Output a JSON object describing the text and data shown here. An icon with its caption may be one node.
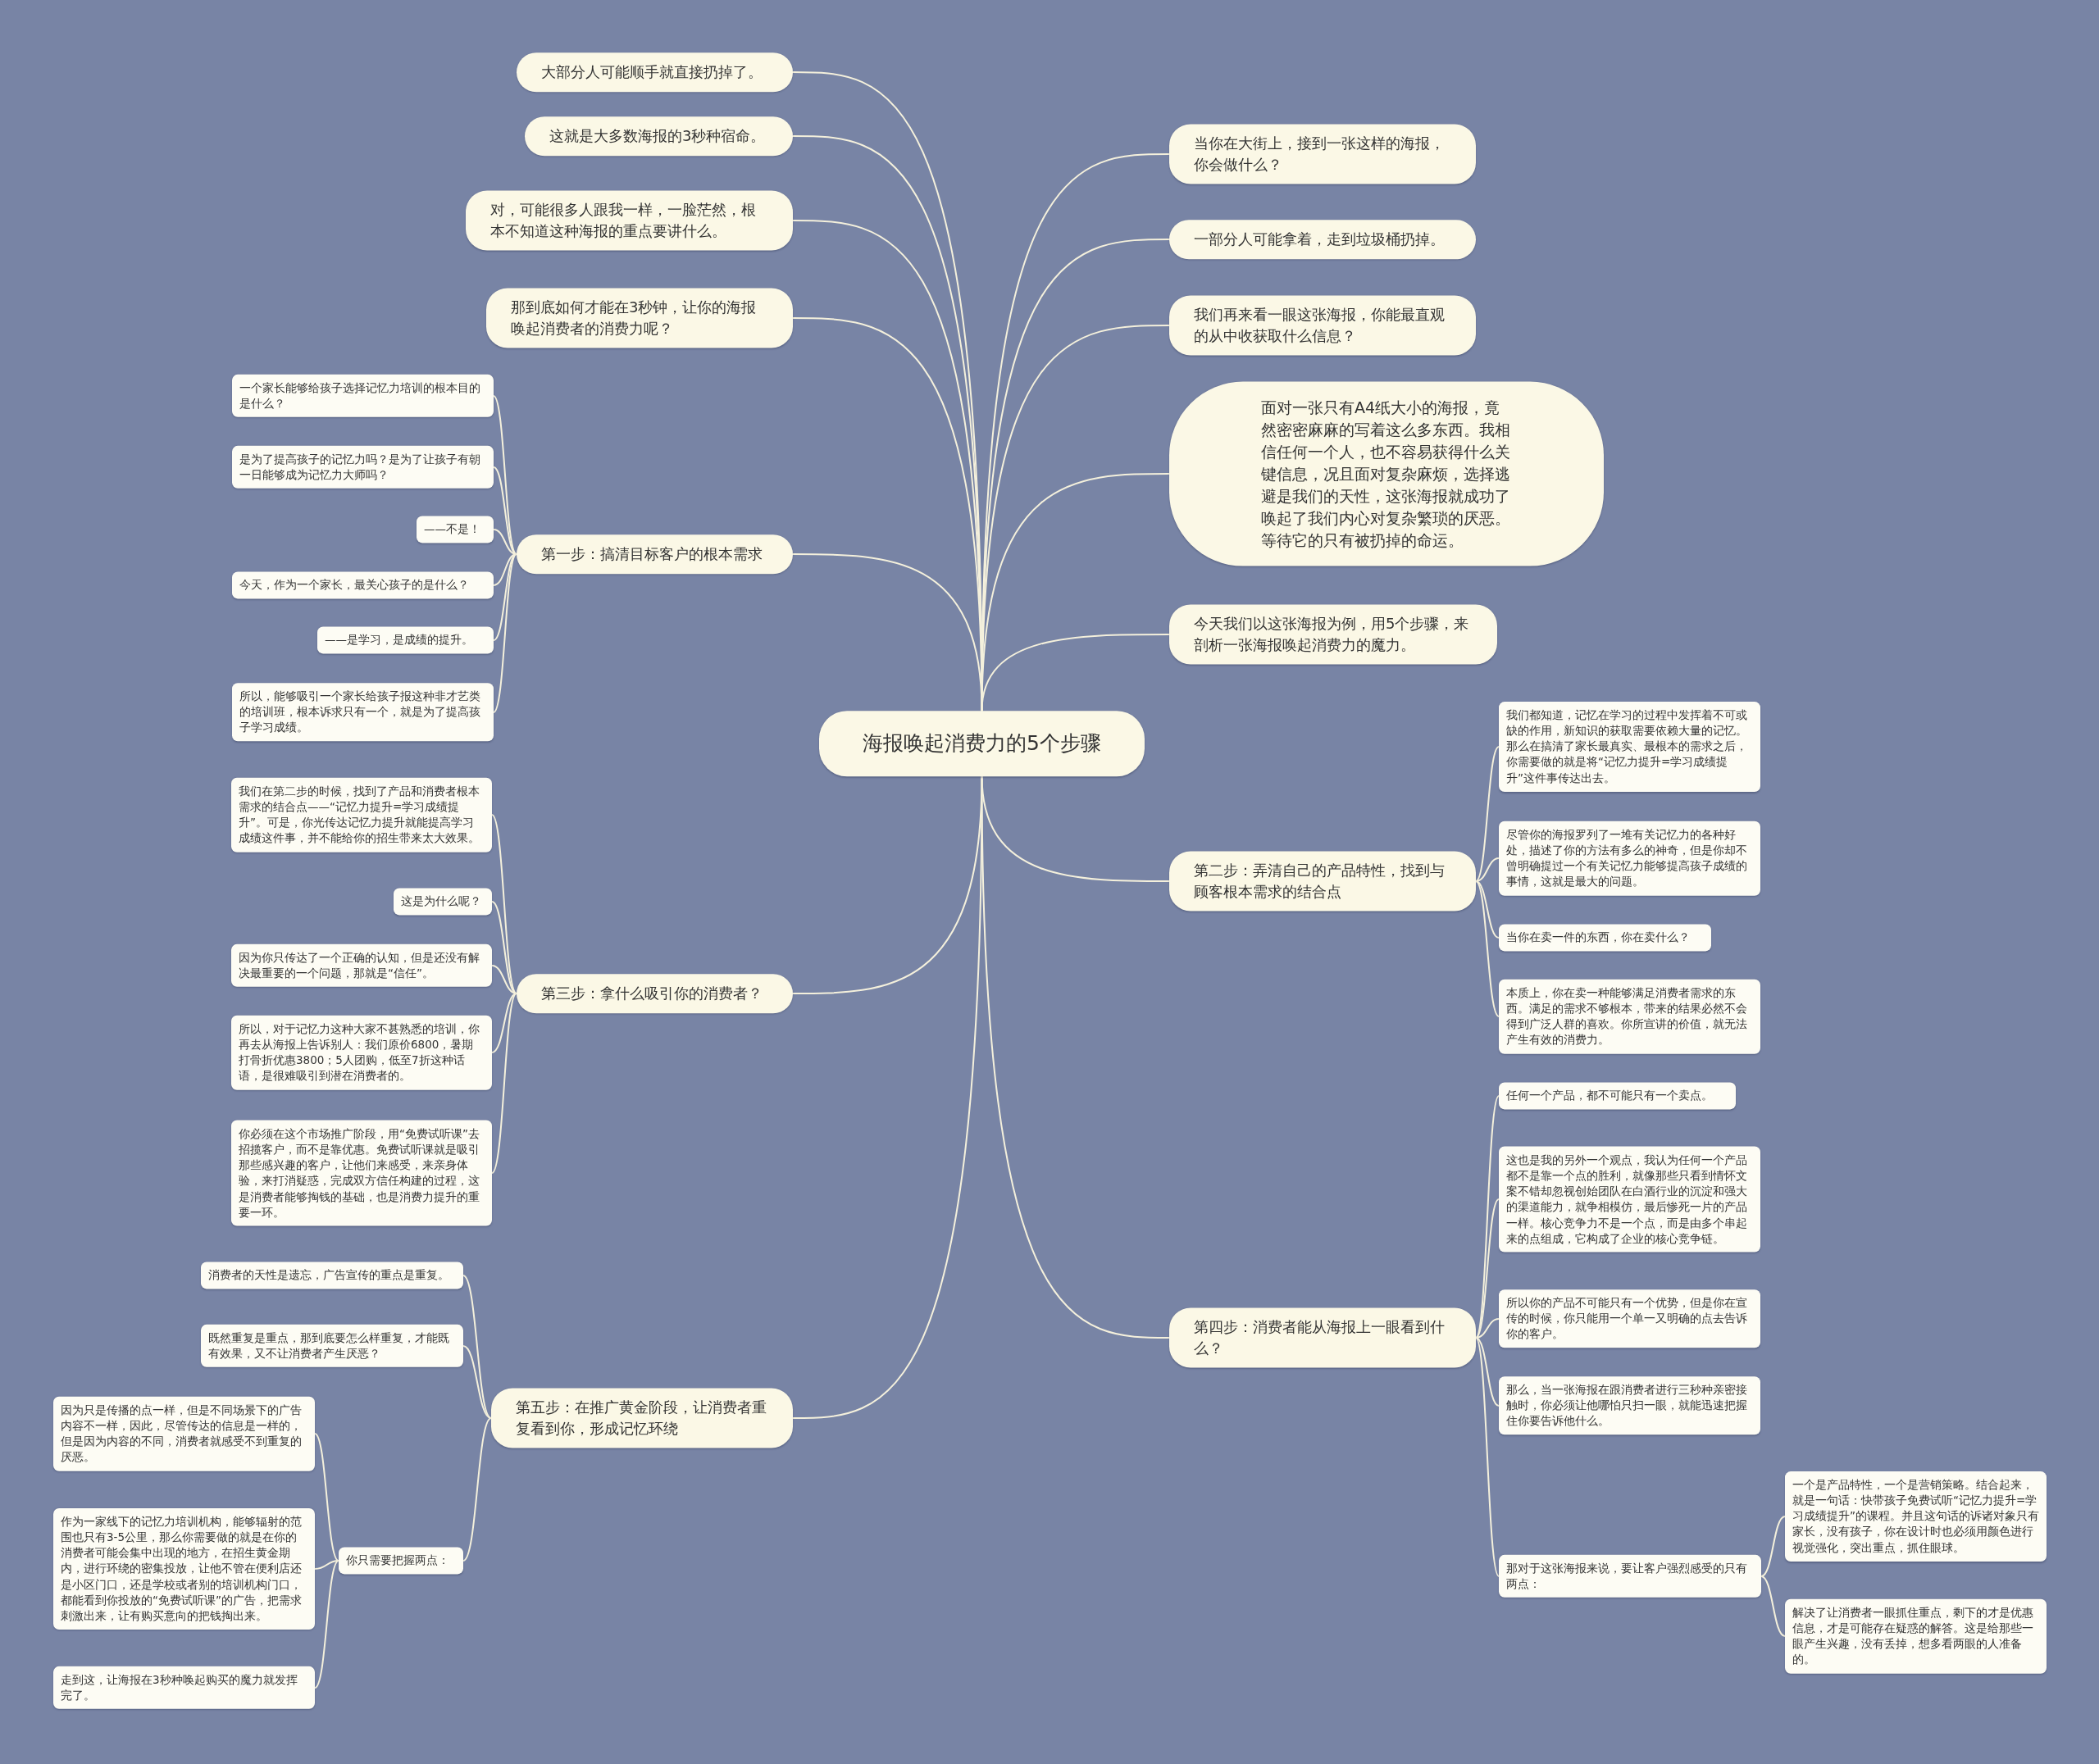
{
  "diagram": {
    "nodes": [
      {
        "text": [
          "海报唤起消费力的5个步骤"
        ]
      },
      {
        "text": [
          "大部分人可能顺手就直接扔掉了。"
        ]
      },
      {
        "text": [
          "这就是大多数海报的3秒种宿命。"
        ]
      },
      {
        "text": [
          "对，可能很多人跟我一样，一脸茫然，根本不知道这种海报的重点要讲什么。"
        ]
      },
      {
        "text": [
          "那到底如何才能在3秒钟，让你的海报唤起消费者的消费力呢？"
        ]
      },
      {
        "text": [
          "第一步：搞清目标客户的根本需求"
        ]
      },
      {
        "text": [
          "一个家长能够给孩子选择记忆力培训的根本目的是什么？"
        ]
      },
      {
        "text": [
          "是为了提高孩子的记忆力吗？是为了让孩子有朝一日能够成为记忆力大师吗？"
        ]
      },
      {
        "text": [
          "——不是！"
        ]
      },
      {
        "text": [
          "今天，作为一个家长，最关心孩子的是什么？"
        ]
      },
      {
        "text": [
          "——是学习，是成绩的提升。"
        ]
      },
      {
        "text": [
          "所以，能够吸引一个家长给孩子报这种非才艺类的培训班，根本诉求只有一个，就是为了提高孩子学习成绩。"
        ]
      },
      {
        "text": [
          "第三步：拿什么吸引你的消费者？"
        ]
      },
      {
        "text": [
          "我们在第二步的时候，找到了产品和消费者根本需求的结合点——“记忆力提升=学习成绩提升”。可是，你光传达记忆力提升就能提高学习成绩这件事，并不能给你的招生带来太大效果。"
        ]
      },
      {
        "text": [
          "这是为什么呢？"
        ]
      },
      {
        "text": [
          "因为你只传达了一个正确的认知，但是还没有解决最重要的一个问题，那就是“信任”。"
        ]
      },
      {
        "text": [
          "所以，对于记忆力这种大家不甚熟悉的培训，你再去从海报上告诉别人：我们原价6800，暑期打骨折优惠3800；5人团购，低至7折这种话语，是很难吸引到潜在消费者的。"
        ]
      },
      {
        "text": [
          "你必须在这个市场推广阶段，用“免费试听课”去招揽客户，而不是靠优惠。免费试听课就是吸引那些感兴趣的客户，让他们来感受，来亲身体验，来打消疑惑，完成双方信任构建的过程，这是消费者能够掏钱的基础，也是消费力提升的重要一环。"
        ]
      },
      {
        "text": [
          "第五步：在推广黄金阶段，让消费者重复看到你，形成记忆环绕"
        ]
      },
      {
        "text": [
          "消费者的天性是遗忘，广告宣传的重点是重复。"
        ]
      },
      {
        "text": [
          "既然重复是重点，那到底要怎么样重复，才能既有效果，又不让消费者产生厌恶？"
        ]
      },
      {
        "text": [
          "你只需要把握两点："
        ]
      },
      {
        "text": [
          "因为只是传播的点一样，但是不同场景下的广告内容不一样，因此，尽管传达的信息是一样的，但是因为内容的不同，消费者就感受不到重复的厌恶。"
        ]
      },
      {
        "text": [
          "作为一家线下的记忆力培训机构，能够辐射的范围也只有3-5公里，那么你需要做的就是在你的消费者可能会集中出现的地方，在招生黄金期内，进行环绕的密集投放，让他不管在便利店还是小区门口，还是学校或者别的培训机构门口，都能看到你投放的“免费试听课”的广告，把需求刺激出来，让有购买意向的把钱掏出来。"
        ]
      },
      {
        "text": [
          "走到这，让海报在3秒种唤起购买的魔力就发挥完了。"
        ]
      },
      {
        "text": [
          "当你在大街上，接到一张这样的海报，你会做什么？"
        ]
      },
      {
        "text": [
          "一部分人可能拿着，走到垃圾桶扔掉。"
        ]
      },
      {
        "text": [
          "我们再来看一眼这张海报，你能最直观的从中收获取什么信息？"
        ]
      },
      {
        "text": [
          "面对一张只有A4纸大小的海报，竟然密密麻麻的写着这么多东西。我相信任何一个人，也不容易获得什么关键信息，况且面对复杂麻烦，选择逃避是我们的天性，这张海报就成功了唤起了我们内心对复杂繁琐的厌恶。等待它的只有被扔掉的命运。"
        ]
      },
      {
        "text": [
          "今天我们以这张海报为例，用5个步骤，来剖析一张海报唤起消费力的魔力。"
        ]
      },
      {
        "text": [
          "第二步：弄清自己的产品特性，找到与顾客根本需求的结合点"
        ]
      },
      {
        "text": [
          "我们都知道，记忆在学习的过程中发挥着不可或缺的作用，新知识的获取需要依赖大量的记忆。那么在搞清了家长最真实、最根本的需求之后，你需要做的就是将“记忆力提升=学习成绩提升”这件事传达出去。"
        ]
      },
      {
        "text": [
          "尽管你的海报罗列了一堆有关记忆力的各种好处，描述了你的方法有多么的神奇，但是你却不曾明确提过一个有关记忆力能够提高孩子成绩的事情，这就是最大的问题。"
        ]
      },
      {
        "text": [
          "当你在卖一件的东西，你在卖什么？"
        ]
      },
      {
        "text": [
          "本质上，你在卖一种能够满足消费者需求的东西。满足的需求不够根本，带来的结果必然不会得到广泛人群的喜欢。你所宣讲的价值，就无法产生有效的消费力。"
        ]
      },
      {
        "text": [
          "第四步：消费者能从海报上一眼看到什么？"
        ]
      },
      {
        "text": [
          "任何一个产品，都不可能只有一个卖点。"
        ]
      },
      {
        "text": [
          "这也是我的另外一个观点，我认为任何一个产品都不是靠一个点的胜利，就像那些只看到情怀文案不错却忽视创始团队在白酒行业的沉淀和强大的渠道能力，就争相模仿，最后惨死一片的产品一样。核心竞争力不是一个点，而是由多个串起来的点组成，它构成了企业的核心竞争链。"
        ]
      },
      {
        "text": [
          "所以你的产品不可能只有一个优势，但是你在宣传的时候，你只能用一个单一又明确的点去告诉你的客户。"
        ]
      },
      {
        "text": [
          "那么，当一张海报在跟消费者进行三秒种亲密接触时，你必须让他哪怕只扫一眼，就能迅速把握住你要告诉他什么。"
        ]
      },
      {
        "text": [
          "那对于这张海报来说，要让客户强烈感受的只有两点："
        ]
      },
      {
        "text": [
          "一个是产品特性，一个是营销策略。结合起来，就是一句话：快带孩子免费试听“记忆力提升=学习成绩提升”的课程。并且这句话的诉诸对象只有家长，没有孩子，你在设计时也必须用颜色进行视觉强化，突出重点，抓住眼球。"
        ]
      },
      {
        "text": [
          "解决了让消费者一眼抓住重点，剩下的才是优惠信息，才是可能存在疑惑的解答。这是给那些一眼产生兴趣，没有丢掉，想多看两眼的人准备的。"
        ]
      }
    ],
    "edges": [
      {
        "from": 0,
        "to": 1,
        "arrow": "none"
      },
      {
        "from": 0,
        "to": 2,
        "arrow": "none"
      },
      {
        "from": 0,
        "to": 3,
        "arrow": "none"
      },
      {
        "from": 0,
        "to": 4,
        "arrow": "none"
      },
      {
        "from": 0,
        "to": 5,
        "arrow": "none"
      },
      {
        "from": 0,
        "to": 12,
        "arrow": "none"
      },
      {
        "from": 0,
        "to": 18,
        "arrow": "none"
      },
      {
        "from": 0,
        "to": 25,
        "arrow": "none"
      },
      {
        "from": 0,
        "to": 26,
        "arrow": "none"
      },
      {
        "from": 0,
        "to": 27,
        "arrow": "none"
      },
      {
        "from": 0,
        "to": 28,
        "arrow": "none"
      },
      {
        "from": 0,
        "to": 29,
        "arrow": "none"
      },
      {
        "from": 0,
        "to": 30,
        "arrow": "none"
      },
      {
        "from": 0,
        "to": 35,
        "arrow": "none"
      },
      {
        "from": 5,
        "to": 6,
        "arrow": "none"
      },
      {
        "from": 5,
        "to": 7,
        "arrow": "none"
      },
      {
        "from": 5,
        "to": 8,
        "arrow": "none"
      },
      {
        "from": 5,
        "to": 9,
        "arrow": "none"
      },
      {
        "from": 5,
        "to": 10,
        "arrow": "none"
      },
      {
        "from": 5,
        "to": 11,
        "arrow": "none"
      },
      {
        "from": 12,
        "to": 13,
        "arrow": "none"
      },
      {
        "from": 12,
        "to": 14,
        "arrow": "none"
      },
      {
        "from": 12,
        "to": 15,
        "arrow": "none"
      },
      {
        "from": 12,
        "to": 16,
        "arrow": "none"
      },
      {
        "from": 12,
        "to": 17,
        "arrow": "none"
      },
      {
        "from": 18,
        "to": 19,
        "arrow": "none"
      },
      {
        "from": 18,
        "to": 20,
        "arrow": "none"
      },
      {
        "from": 18,
        "to": 21,
        "arrow": "none"
      },
      {
        "from": 21,
        "to": 22,
        "arrow": "none"
      },
      {
        "from": 21,
        "to": 23,
        "arrow": "none"
      },
      {
        "from": 21,
        "to": 24,
        "arrow": "none"
      },
      {
        "from": 30,
        "to": 31,
        "arrow": "none"
      },
      {
        "from": 30,
        "to": 32,
        "arrow": "none"
      },
      {
        "from": 30,
        "to": 33,
        "arrow": "none"
      },
      {
        "from": 30,
        "to": 34,
        "arrow": "none"
      },
      {
        "from": 35,
        "to": 36,
        "arrow": "none"
      },
      {
        "from": 35,
        "to": 37,
        "arrow": "none"
      },
      {
        "from": 35,
        "to": 38,
        "arrow": "none"
      },
      {
        "from": 35,
        "to": 39,
        "arrow": "none"
      },
      {
        "from": 35,
        "to": 40,
        "arrow": "none"
      },
      {
        "from": 40,
        "to": 41,
        "arrow": "none"
      },
      {
        "from": 40,
        "to": 42,
        "arrow": "none"
      }
    ]
  }
}
